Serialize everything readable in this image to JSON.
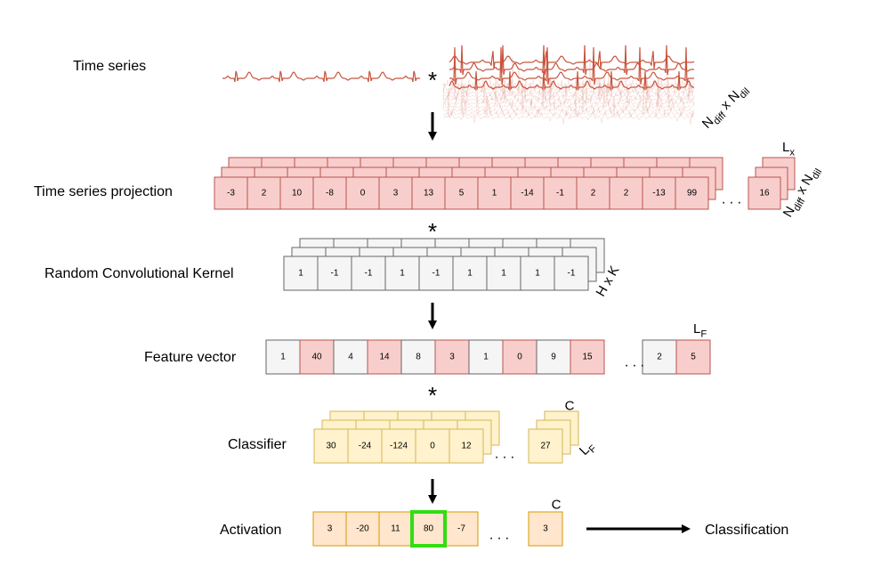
{
  "labels": {
    "time_series": "Time series",
    "projection": "Time series projection",
    "kernel": "Random Convolutional Kernel",
    "feature": "Feature vector",
    "classifier": "Classifier",
    "activation": "Activation",
    "classification": "Classification"
  },
  "symbols": {
    "conv": "*",
    "ellipsis": ". . ."
  },
  "dims": {
    "ndiff_ndil_main": "N",
    "ndiff_sub": "diff",
    "x_sep": " x N",
    "ndil_sub": "dil",
    "lx_main": "L",
    "lx_sub": "x",
    "hk": "H x K",
    "lf_main": "L",
    "lf_sub": "F",
    "c": "C"
  },
  "projection_values": [
    "-3",
    "2",
    "10",
    "-8",
    "0",
    "3",
    "13",
    "5",
    "1",
    "-14",
    "-1",
    "2",
    "2",
    "-13",
    "99"
  ],
  "projection_last": "16",
  "kernel_values": [
    "1",
    "-1",
    "-1",
    "1",
    "-1",
    "1",
    "1",
    "1",
    "-1"
  ],
  "feature_values": [
    "1",
    "40",
    "4",
    "14",
    "8",
    "3",
    "1",
    "0",
    "9",
    "15"
  ],
  "feature_tail": [
    "2",
    "5"
  ],
  "classifier_values": [
    "30",
    "-24",
    "-124",
    "0",
    "12"
  ],
  "classifier_last": "27",
  "activation_values": [
    "3",
    "-20",
    "11",
    "80",
    "-7"
  ],
  "activation_last": "3",
  "activation_highlight_index": 3,
  "colors": {
    "pink_fill": "#f8cecc",
    "pink_stroke": "#b85450",
    "gray_fill": "#f5f5f5",
    "gray_stroke": "#666666",
    "yellow_fill": "#fff2cc",
    "yellow_stroke": "#d6b656",
    "orange_fill": "#ffe6cc",
    "orange_stroke": "#d79b00",
    "highlight": "#33dd11",
    "signal": "#c8543c"
  }
}
